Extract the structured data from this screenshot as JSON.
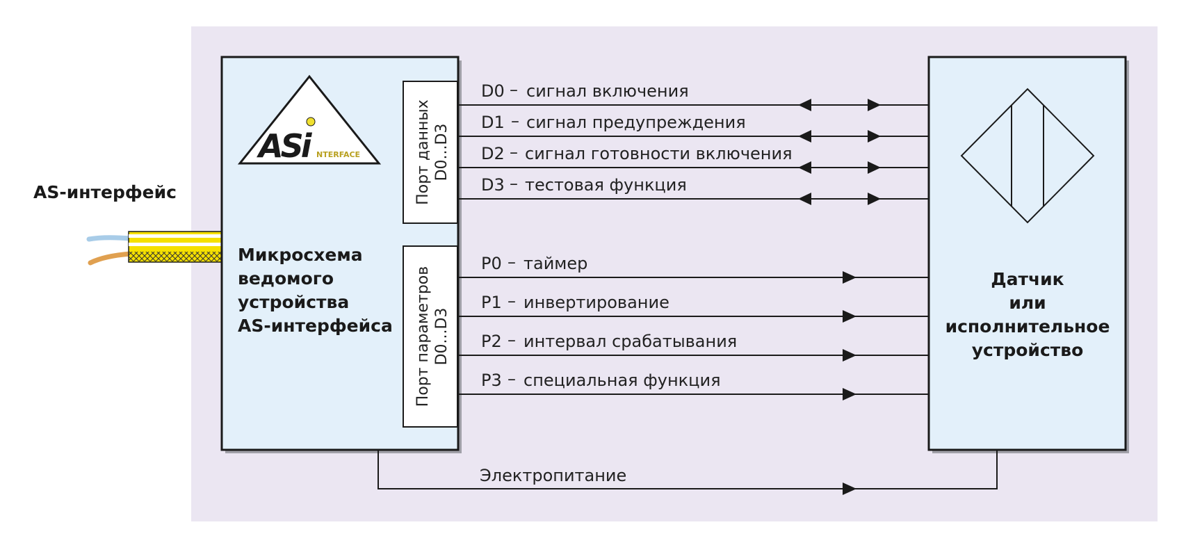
{
  "left_label": "AS-интерфейс",
  "chip": {
    "lines": [
      "Микросхема",
      "ведомого",
      "устройства",
      "AS-интерфейса"
    ],
    "logo_text": "ASi",
    "logo_subtext": "NTERFACE"
  },
  "data_port": {
    "line1": "Порт данных",
    "line2": "D0...D3"
  },
  "param_port": {
    "line1": "Порт параметров",
    "line2": "D0...D3"
  },
  "data_signals": [
    {
      "code": "D0",
      "desc": "сигнал включения"
    },
    {
      "code": "D1",
      "desc": "сигнал предупреждения"
    },
    {
      "code": "D2",
      "desc": "сигнал готовности включения"
    },
    {
      "code": "D3",
      "desc": "тестовая функция"
    }
  ],
  "param_signals": [
    {
      "code": "P0",
      "desc": "таймер"
    },
    {
      "code": "P1",
      "desc": "инвертирование"
    },
    {
      "code": "P2",
      "desc": "интервал срабатывания"
    },
    {
      "code": "P3",
      "desc": "специальная функция"
    }
  ],
  "power_label": "Электропитание",
  "device": {
    "lines": [
      "Датчик",
      "или",
      "исполнительное",
      "устройство"
    ]
  },
  "colors": {
    "panel_bg": "#ebe6f2",
    "box_fill": "#e3f0fa",
    "cable_yellow": "#f5e000",
    "wire_blue": "#a8cce8",
    "wire_orange": "#e0a050",
    "logo_dot": "#f0e030"
  }
}
